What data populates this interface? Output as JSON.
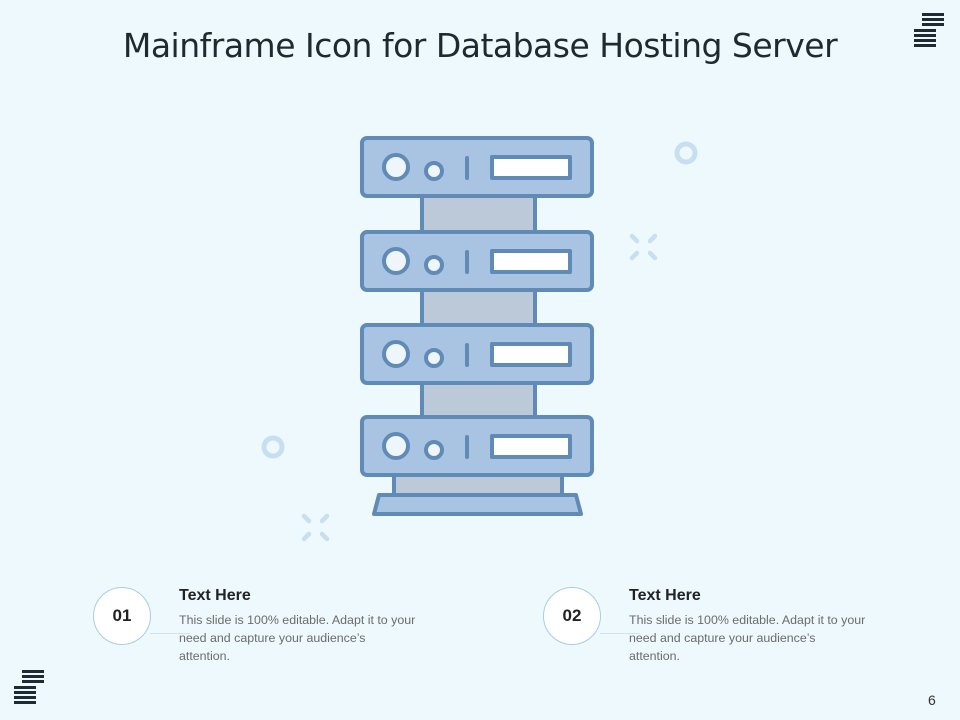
{
  "slide": {
    "title": "Mainframe Icon for Database Hosting Server",
    "page_number": "6"
  },
  "items": [
    {
      "number": "01",
      "heading": "Text Here",
      "description": "This slide is 100% editable. Adapt it to your need and capture your audience’s attention."
    },
    {
      "number": "02",
      "heading": "Text Here",
      "description": "This slide is 100% editable. Adapt it to your need and capture your audience’s attention."
    }
  ],
  "colors": {
    "background": "#eef9fd",
    "server_fill": "#a9c3e3",
    "server_stroke": "#5f8bb6",
    "connector_fill": "#bcc9d8",
    "decor": "#c7dff0"
  },
  "icons": [
    "server-rack-icon",
    "stacked-lines-logo-icon",
    "ring-decor-icon",
    "sparkle-decor-icon"
  ]
}
